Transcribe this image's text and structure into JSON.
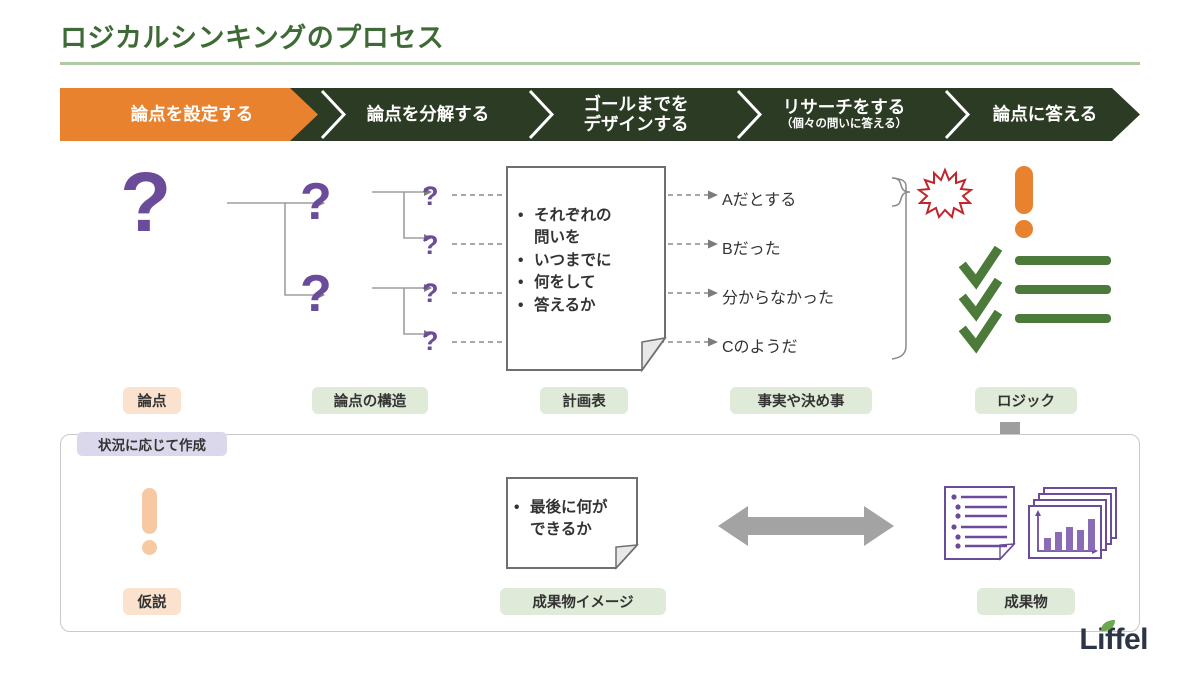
{
  "slide": {
    "title": "ロジカルシンキングのプロセス",
    "logo": "Liffel"
  },
  "process_steps": [
    {
      "label": "論点を設定する",
      "sub": "",
      "color": "#E8822E",
      "active": true
    },
    {
      "label": "論点を分解する",
      "sub": "",
      "color": "#2C3B23",
      "active": false
    },
    {
      "label": "ゴールまでを",
      "label2": "デザインする",
      "sub": "",
      "color": "#2C3B23",
      "active": false
    },
    {
      "label": "リサーチをする",
      "sub": "（個々の問いに答える）",
      "color": "#2C3B23",
      "active": false
    },
    {
      "label": "論点に答える",
      "sub": "",
      "color": "#2C3B23",
      "active": false
    }
  ],
  "stage_labels": [
    {
      "text": "論点",
      "style": "peach"
    },
    {
      "text": "論点の構造",
      "style": "green"
    },
    {
      "text": "計画表",
      "style": "green"
    },
    {
      "text": "事実や決め事",
      "style": "green"
    },
    {
      "text": "ロジック",
      "style": "green"
    }
  ],
  "plan_doc": {
    "bullets": [
      "それぞれの",
      "問いを",
      "いつまでに",
      "何をして",
      "答えるか"
    ],
    "lines": [
      {
        "bullet": true,
        "text": "それぞれの"
      },
      {
        "bullet": false,
        "text": "問いを"
      },
      {
        "bullet": true,
        "text": "いつまでに"
      },
      {
        "bullet": true,
        "text": "何をして"
      },
      {
        "bullet": true,
        "text": "答えるか"
      }
    ]
  },
  "research_results": [
    "Aだとする",
    "Bだった",
    "分からなかった",
    "Cのようだ"
  ],
  "bottom_panel": {
    "badge": "状況に応じて作成",
    "hypothesis_label": "仮説",
    "deliverable_image_label": "成果物イメージ",
    "deliverable_label": "成果物",
    "deliverable_doc_lines": [
      {
        "bullet": true,
        "text": "最後に何が"
      },
      {
        "bullet": false,
        "text": "できるか"
      }
    ]
  },
  "colors": {
    "title_green": "#3E6B35",
    "rule_green": "#AFC9A2",
    "band_dark": "#2C3B23",
    "accent_orange": "#E8822E",
    "chip_green": "#DFEBD8",
    "chip_peach": "#FAE2CE",
    "chip_purple": "#DCD8EC",
    "question_purple": "#6B4C9A",
    "check_green": "#4C7A3A",
    "arrow_gray": "#9E9E9E",
    "burst_red": "#C0262B",
    "doc_purple": "#6B4C9A",
    "logo_navy": "#2C3446"
  },
  "icons": {
    "question_mark": "?",
    "exclamation": "!",
    "check": "check-icon",
    "burst": "burst-icon",
    "down_arrow": "down-arrow-icon",
    "double_arrow": "double-arrow-icon"
  }
}
